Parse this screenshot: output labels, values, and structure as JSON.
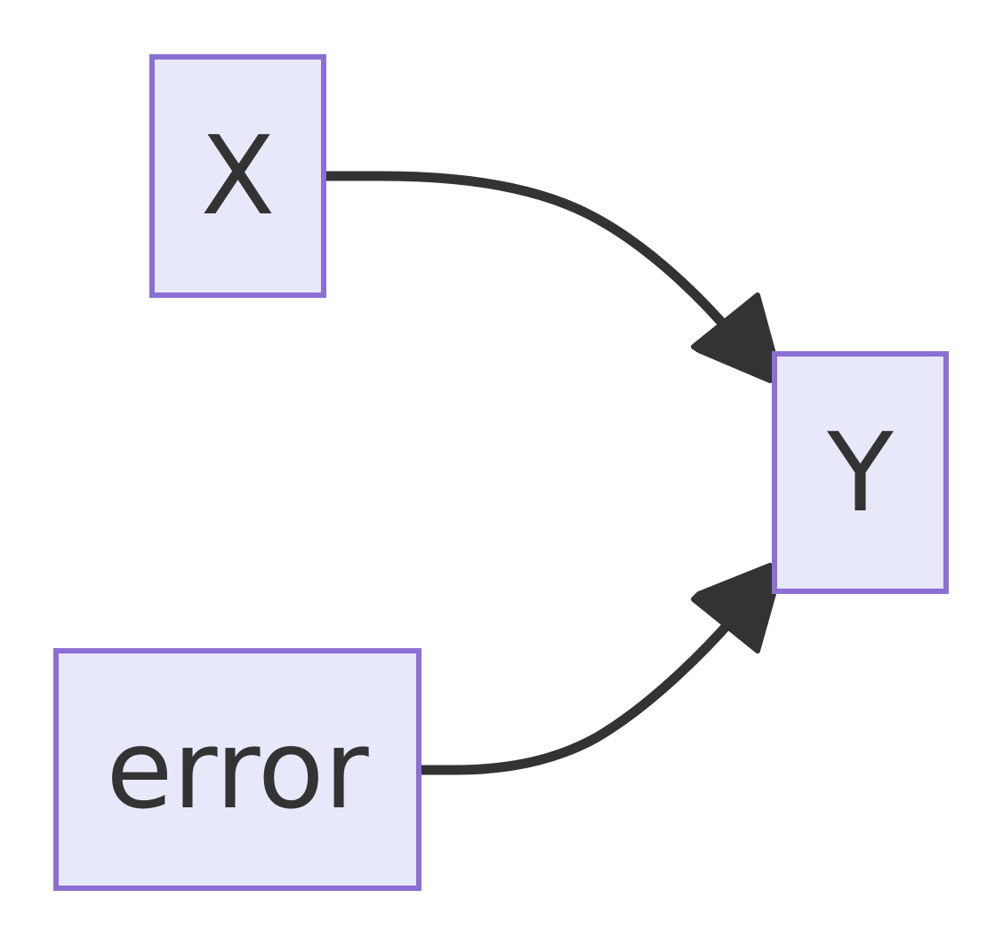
{
  "diagram": {
    "type": "flowchart",
    "direction": "left-to-right",
    "nodes": [
      {
        "id": "X",
        "label": "X"
      },
      {
        "id": "error",
        "label": "error"
      },
      {
        "id": "Y",
        "label": "Y"
      }
    ],
    "edges": [
      {
        "from": "X",
        "to": "Y",
        "arrow": "filled-triangle"
      },
      {
        "from": "error",
        "to": "Y",
        "arrow": "filled-triangle"
      }
    ],
    "colors": {
      "node_fill": "#e8e8fb",
      "node_border": "#8c6fd3",
      "text": "#333333",
      "edge": "#333333",
      "background": "#ffffff"
    }
  }
}
